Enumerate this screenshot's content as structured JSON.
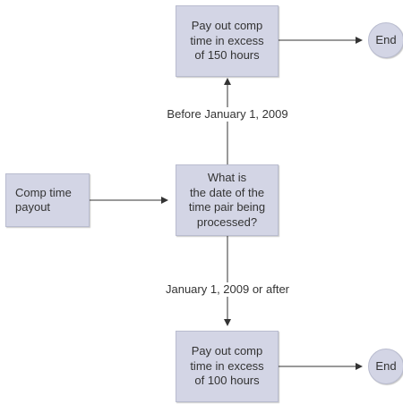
{
  "colors": {
    "node_fill": "#d3d5e5",
    "node_border": "#b9bccf",
    "connector": "#333333",
    "text": "#333333"
  },
  "nodes": {
    "start": "Comp time\npayout",
    "decision": "What is\nthe date of the\ntime pair being\nprocessed?",
    "top_action": "Pay out comp\ntime in excess\nof 150 hours",
    "bottom_action": "Pay out comp\ntime in excess\nof 100 hours",
    "top_end": "End",
    "bottom_end": "End"
  },
  "edges": {
    "to_top": "Before January 1, 2009",
    "to_bottom": "January 1, 2009 or after"
  }
}
